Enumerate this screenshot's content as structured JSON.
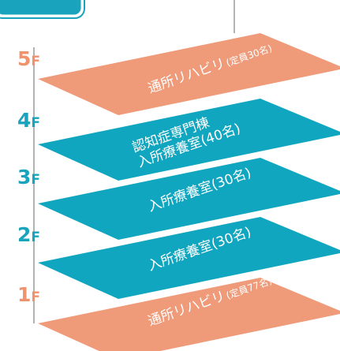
{
  "colors": {
    "coral": "#ef9a78",
    "teal": "#11a6bf",
    "label": "#f0926b",
    "label_teal": "#1aa3bd",
    "line": "#9a9a9a"
  },
  "floors": [
    {
      "num": "5",
      "suffix": "F",
      "main": "通所リハビリ",
      "cap": "(定員30名)",
      "line2": "",
      "color": "coral"
    },
    {
      "num": "4",
      "suffix": "F",
      "main": "認知症専門棟",
      "cap": "",
      "line2": "入所療養室(40名)",
      "color": "teal"
    },
    {
      "num": "3",
      "suffix": "F",
      "main": "入所療養室(30名)",
      "cap": "",
      "line2": "",
      "color": "teal"
    },
    {
      "num": "2",
      "suffix": "F",
      "main": "入所療養室(30名)",
      "cap": "",
      "line2": "",
      "color": "teal"
    },
    {
      "num": "1",
      "suffix": "F",
      "main": "通所リハビリ",
      "cap": "(定員77名)",
      "line2": "",
      "color": "coral"
    }
  ]
}
